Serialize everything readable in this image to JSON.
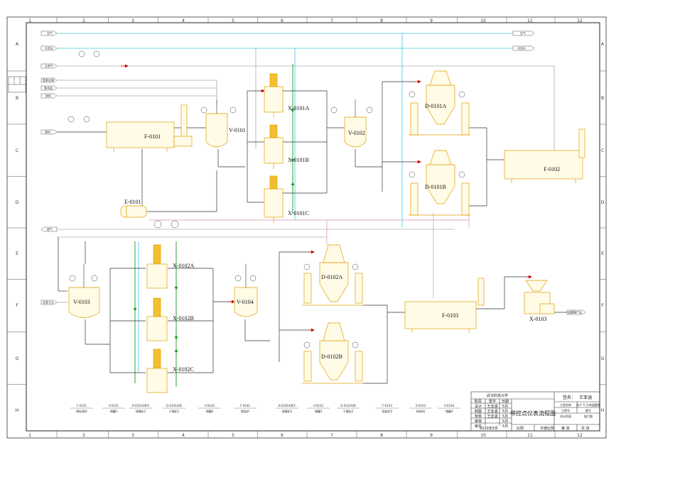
{
  "grid": {
    "columns": [
      "1",
      "2",
      "3",
      "4",
      "5",
      "6",
      "7",
      "8",
      "9",
      "10",
      "11",
      "12"
    ],
    "rows": [
      "A",
      "B",
      "C",
      "D",
      "E",
      "F",
      "G",
      "H"
    ]
  },
  "equipment": [
    {
      "id": "F-0101",
      "tag": "F-0101"
    },
    {
      "id": "V-0101",
      "tag": "V-0101"
    },
    {
      "id": "X-0101A",
      "tag": "X-0101A"
    },
    {
      "id": "X-0101B",
      "tag": "X-0101B"
    },
    {
      "id": "X-0101C",
      "tag": "X-0101C"
    },
    {
      "id": "V-0102",
      "tag": "V-0102"
    },
    {
      "id": "D-0101A",
      "tag": "D-0101A"
    },
    {
      "id": "D-0101B",
      "tag": "D-0101B"
    },
    {
      "id": "F-0102",
      "tag": "F-0102"
    },
    {
      "id": "E-0101",
      "tag": "E-0101"
    },
    {
      "id": "V-0103",
      "tag": "V-0103"
    },
    {
      "id": "X-0102A",
      "tag": "X-0102A"
    },
    {
      "id": "X-0102B",
      "tag": "X-0102B"
    },
    {
      "id": "X-0102C",
      "tag": "X-0102C"
    },
    {
      "id": "V-0104",
      "tag": "V-0104"
    },
    {
      "id": "D-0102A",
      "tag": "D-0102A"
    },
    {
      "id": "D-0102B",
      "tag": "D-0102B"
    },
    {
      "id": "F-0103",
      "tag": "F-0103"
    },
    {
      "id": "X-0103",
      "tag": "X-0103"
    }
  ],
  "legend": [
    {
      "tag": "F-0101",
      "name": "预处理炉"
    },
    {
      "tag": "V-0101",
      "name": "储罐1"
    },
    {
      "tag": "X-0101A/B/C",
      "name": "球磨机1"
    },
    {
      "tag": "D-0101A/B",
      "name": "干燥机1"
    },
    {
      "tag": "V-0102",
      "name": "储罐2"
    },
    {
      "tag": "F-0102",
      "name": "锻烧炉"
    },
    {
      "tag": "X-0102A/B/C",
      "name": "球磨机2"
    },
    {
      "tag": "V-0103",
      "name": "储罐3"
    },
    {
      "tag": "D-0102A/B",
      "name": "干燥机2"
    },
    {
      "tag": "F-0103",
      "name": "锻烧炉2"
    },
    {
      "tag": "X-0103",
      "name": "粉碎机"
    },
    {
      "tag": "V-0104",
      "name": "储罐4"
    }
  ],
  "title_block": {
    "school": "武汉科技大学",
    "drawing_title": "带控点仪表流程图",
    "designer_label": "设计",
    "designer": "王亚涵",
    "signature_label": "签名：",
    "signature": "王亚涵",
    "date": "2020年5月",
    "scale_label": "比例",
    "scale_value": "不按比例",
    "sheet_label": "第 张",
    "sheet_total": "共 张",
    "rows": [
      [
        "职责",
        "签字",
        "日期"
      ],
      [
        "设计",
        "王亚涵",
        "5月"
      ],
      [
        "制图",
        "王亚涵",
        "5月"
      ],
      [
        "校核",
        "王亚涵",
        "5月"
      ],
      [
        "审核",
        "",
        "5月"
      ],
      [
        "审定",
        "",
        "5月"
      ]
    ],
    "right_rows": [
      [
        "工程名称",
        "年产 5 万吨锰酸锂"
      ],
      [
        "工程号",
        "图号"
      ],
      [
        "设计阶段",
        "施工图"
      ]
    ]
  },
  "stream_labels": {
    "top1": "空气",
    "top1_out": "空气",
    "top2": "冷却水",
    "top2_out": "冷却水",
    "left1": "天然气",
    "left2": "氢氧化锂",
    "left3": "氧化锰",
    "left4": "原料",
    "left5": "废气",
    "left6": "去离子水",
    "right_out": "锰酸锂产品"
  }
}
